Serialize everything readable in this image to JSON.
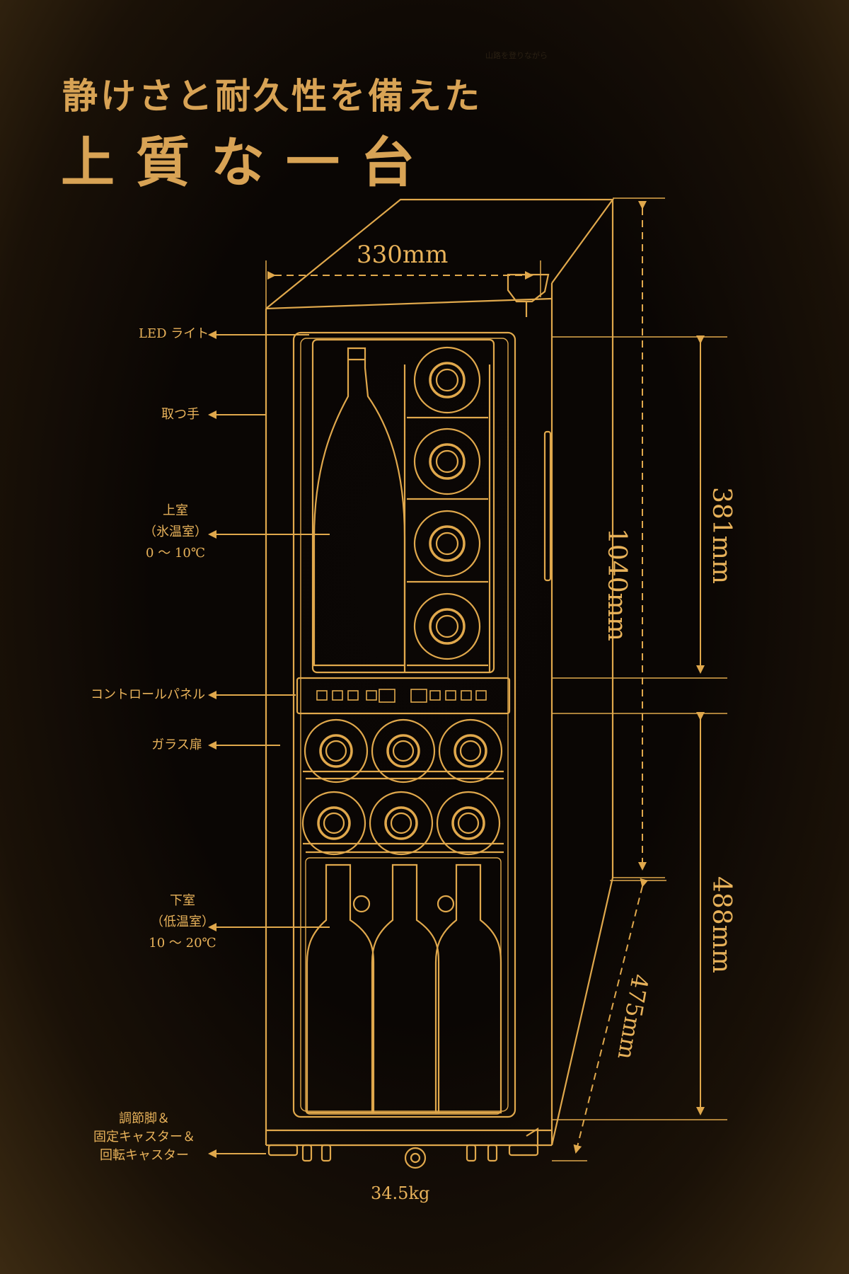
{
  "heading": {
    "line1": "静けさと耐久性を備えた",
    "line2": "上質な一台",
    "faint_text": "山路を登りながら"
  },
  "labels": {
    "led": "LED ライト",
    "handle": "取つ手",
    "upper_title": "上室",
    "upper_sub": "（氷温室）",
    "upper_temp": "0 ～ 10℃",
    "control": "コントロールパネル",
    "glass": "ガラス扉",
    "lower_title": "下室",
    "lower_sub": "（低温室）",
    "lower_temp": "10 ～ 20℃",
    "feet1": "調節脚＆",
    "feet2": "固定キャスター＆",
    "feet3": "回転キャスター"
  },
  "dimensions": {
    "width": "330mm",
    "height_total": "1040mm",
    "upper_height": "381mm",
    "lower_height": "488mm",
    "depth": "475mm",
    "weight": "34.5kg"
  },
  "colors": {
    "line": "#e0a84c",
    "text": "#e8b25a",
    "background": "#0a0604"
  }
}
